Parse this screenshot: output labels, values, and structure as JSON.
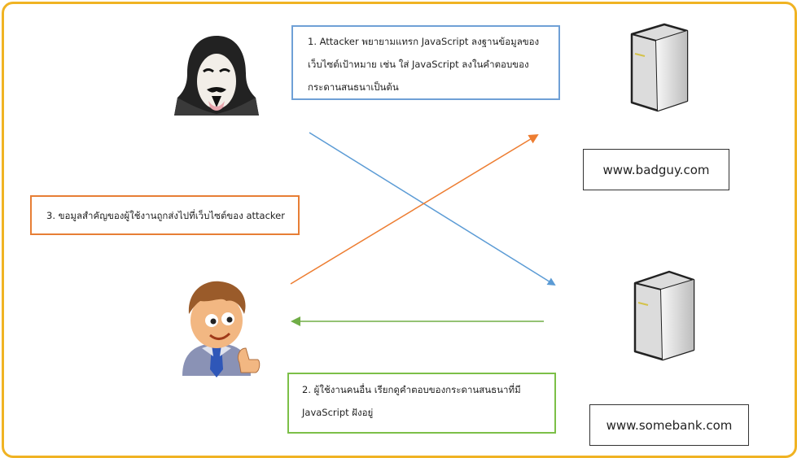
{
  "steps": {
    "step1": {
      "line1": "1. Attacker พยายามแทรก JavaScript ลงฐานข้อมูลของ",
      "line2": "เว็บไซต์เป้าหมาย เช่น ใส่ JavaScript ลงในคำตอบของ",
      "line3": "กระดานสนธนาเป็นต้น"
    },
    "step2": {
      "line1": "2. ผู้ใช้งานคนอื่น เรียกดูคำตอบของกระดานสนธนาที่มี",
      "line2": "JavaScript ฝังอยู่"
    },
    "step3": {
      "line1": "3. ขอมูลสำคัญของผู้ใช้งานถูกส่งไปที่เว็บไซต์ของ attacker"
    }
  },
  "sites": {
    "bad": "www.badguy.com",
    "bank": "www.somebank.com"
  },
  "colors": {
    "frame": "#f0b323",
    "step1_border": "#6fa0d6",
    "step2_border": "#7cbf48",
    "step3_border": "#e77e35",
    "arrow_blue": "#5b9bd5",
    "arrow_orange": "#ed7d31",
    "arrow_green": "#70ad47"
  },
  "icons": {
    "attacker": "hooded-attacker-icon",
    "user": "cartoon-user-icon",
    "server": "server-tower-icon"
  }
}
